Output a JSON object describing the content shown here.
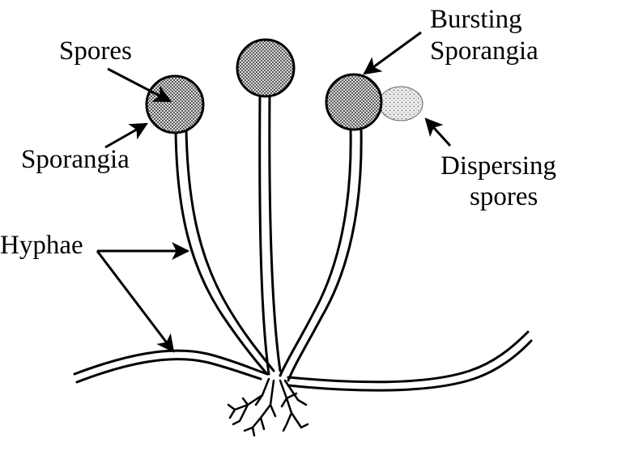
{
  "labels": {
    "spores": "Spores",
    "sporangia": "Sporangia",
    "hyphae": "Hyphae",
    "bursting_line1": "Bursting",
    "bursting_line2": "Sporangia",
    "dispersing_line1": "Dispersing",
    "dispersing_line2": "spores"
  },
  "colors": {
    "ink": "#000000",
    "background": "#ffffff",
    "spore_fill": "#d7d7d7",
    "dispersing_fill": "#e4e4e4"
  }
}
